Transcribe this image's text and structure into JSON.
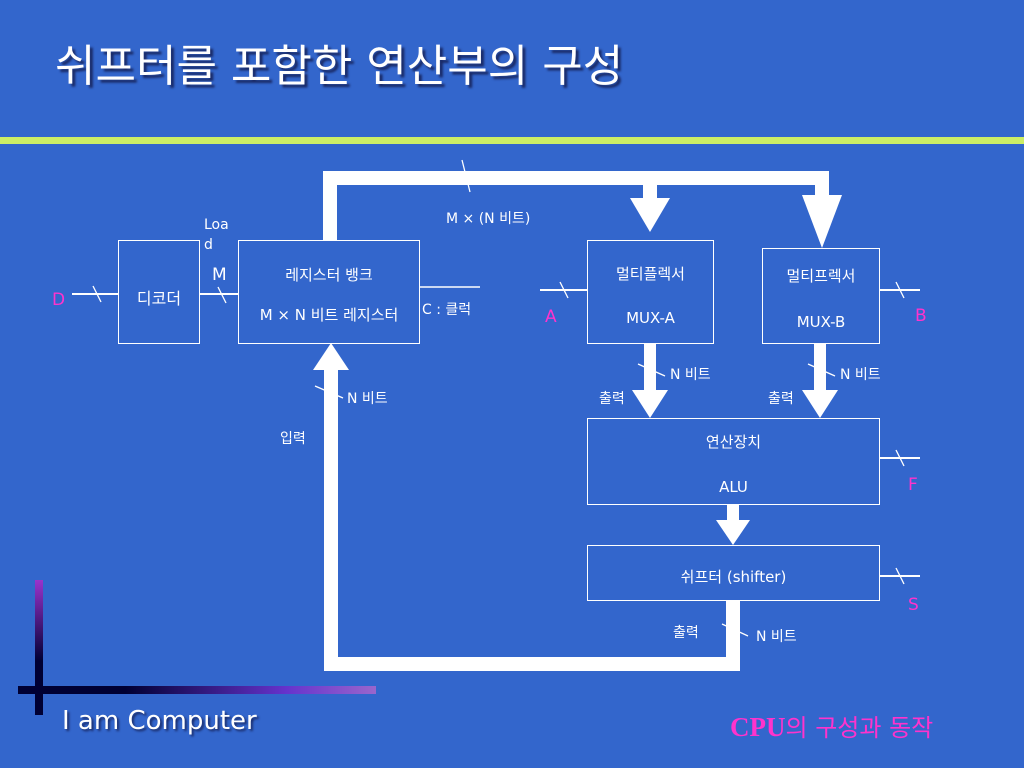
{
  "slide": {
    "title": "쉬프터를 포함한 연산부의 구성",
    "footer_left": "I am Computer",
    "footer_right_prefix": "CPU",
    "footer_right_suffix": "의 구성과 동작",
    "colors": {
      "background": "#3366cc",
      "accent_bar": "#ccee66",
      "signal_label": "#ff33cc",
      "line": "#ffffff"
    }
  },
  "diagram": {
    "decoder": {
      "label": "디코더"
    },
    "register_bank": {
      "line1": "레지스터 뱅크",
      "line2": "M × N 비트 레지스터"
    },
    "mux_a": {
      "line1": "멀티플렉서",
      "line2": "MUX-A"
    },
    "mux_b": {
      "line1": "멀티프렉서",
      "line2": "MUX-B"
    },
    "alu": {
      "line1": "연산장치",
      "line2": "ALU"
    },
    "shifter": {
      "label": "쉬프터 (shifter)"
    },
    "labels": {
      "load_1": "Loa",
      "load_2": "d",
      "m": "M",
      "clock": "C : 클럭",
      "bus_top": "M × (N 비트)",
      "nbit_input": "N 비트",
      "input": "입력",
      "nbit_a": "N 비트",
      "output_a": "출력",
      "nbit_b": "N 비트",
      "output_b": "출력",
      "output_shift": "출력",
      "nbit_shift": "N 비트"
    },
    "signals": {
      "d": "D",
      "a": "A",
      "b": "B",
      "f": "F",
      "s": "S"
    }
  }
}
